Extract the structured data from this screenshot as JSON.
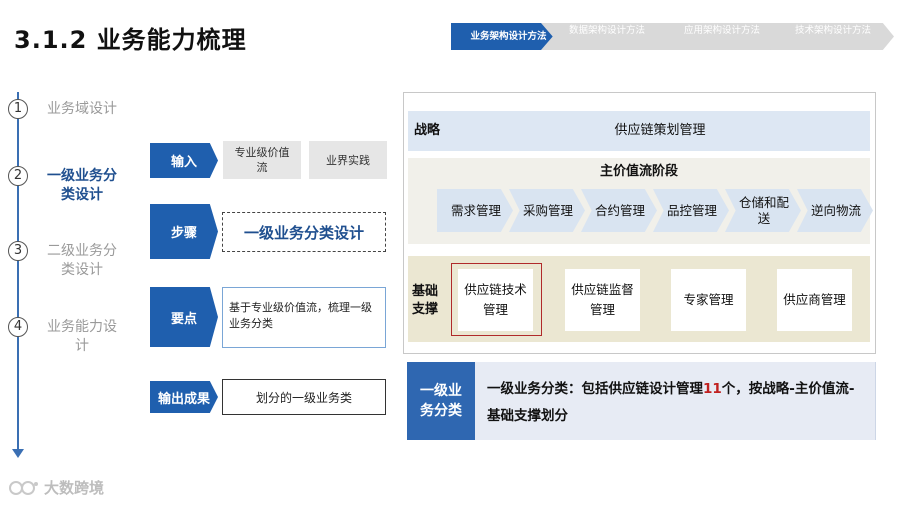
{
  "title": "3.1.2 业务能力梳理",
  "breadcrumb": [
    {
      "label": "业务架构设计方法"
    },
    {
      "label": "数据架构设计方法"
    },
    {
      "label": "应用架构设计方法"
    },
    {
      "label": "技术架构设计方法"
    }
  ],
  "steps": [
    {
      "num": "1",
      "label": "业务域设计"
    },
    {
      "num": "2",
      "label": "一级业务分类设计"
    },
    {
      "num": "3",
      "label": "二级业务分类设计"
    },
    {
      "num": "4",
      "label": "业务能力设计"
    }
  ],
  "process": {
    "input_tag": "输入",
    "inputs": [
      "专业级价值流",
      "业界实践"
    ],
    "steps_tag": "步骤",
    "steps_text": "一级业务分类设计",
    "points_tag": "要点",
    "points_text": "基于专业级价值流，梳理一级业务分类",
    "output_tag": "输出成果",
    "output_text": "划分的一级业务类"
  },
  "diagram": {
    "strategy_label": "战略",
    "strategy_text": "供应链策划管理",
    "value_title": "主价值流阶段",
    "value_stages": [
      "需求管理",
      "采购管理",
      "合约管理",
      "品控管理",
      "仓储和配送",
      "逆向物流"
    ],
    "base_label": "基础支撑",
    "base_items": [
      "供应链技术管理",
      "供应链监督管理",
      "专家管理",
      "供应商管理"
    ]
  },
  "summary": {
    "tag": "一级业务分类",
    "prefix": "一级业务分类：包括供应链设计管理",
    "count": "11",
    "suffix": "个，按战略-主价值流-基础支撑划分"
  },
  "watermark": "大数跨境",
  "colors": {
    "primary": "#1f5fae",
    "highlight": "#c0201f"
  }
}
